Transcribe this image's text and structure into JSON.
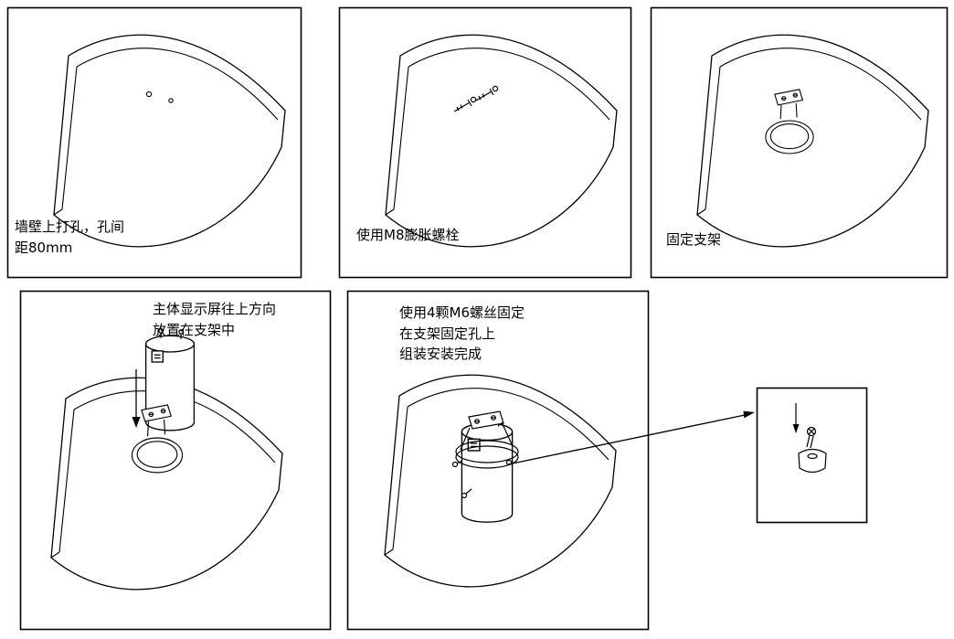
{
  "diagram": {
    "type": "installation-instructions",
    "language": "zh-CN",
    "colors": {
      "line": "#000000",
      "background": "#ffffff"
    },
    "steps": [
      {
        "id": 1,
        "label": "墙壁上打孔，孔间\n距80mm"
      },
      {
        "id": 2,
        "label": "使用M8膨胀螺栓"
      },
      {
        "id": 3,
        "label": "固定支架"
      },
      {
        "id": 4,
        "label": "主体显示屏往上方向\n放置在支架中"
      },
      {
        "id": 5,
        "label": "使用4颗M6螺丝固定\n在支架固定孔上\n组装安装完成"
      }
    ],
    "callout": {
      "description": "screw-fixing-detail-inset"
    }
  }
}
